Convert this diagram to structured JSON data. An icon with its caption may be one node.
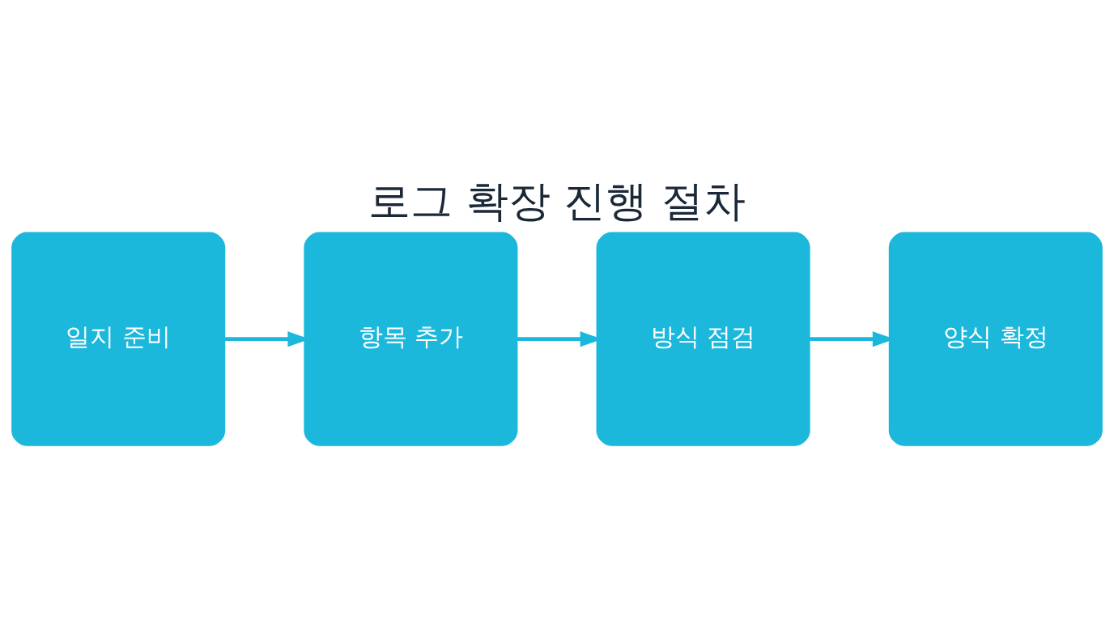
{
  "diagram": {
    "title": "로그 확장 진행 절차",
    "nodes": [
      {
        "text": [
          "일지 준비"
        ]
      },
      {
        "text": [
          "항목 추가"
        ]
      },
      {
        "text": [
          "방식 점검"
        ]
      },
      {
        "text": [
          "양식 확정"
        ]
      }
    ],
    "edges": [
      {
        "from": 0,
        "to": 1,
        "arrow": "to"
      },
      {
        "from": 1,
        "to": 2,
        "arrow": "to"
      },
      {
        "from": 2,
        "to": 3,
        "arrow": "to"
      }
    ]
  }
}
